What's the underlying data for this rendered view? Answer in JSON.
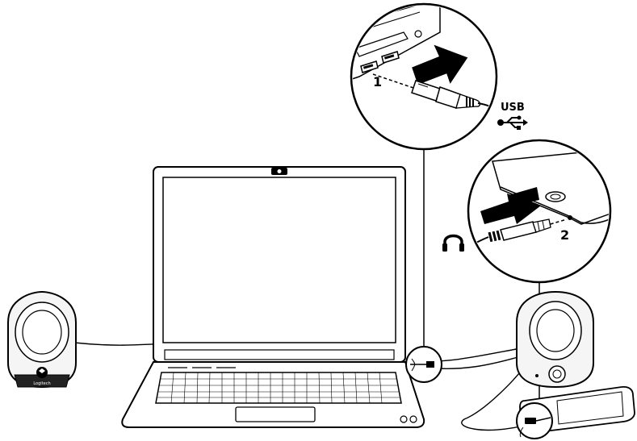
{
  "steps": {
    "step1": {
      "number": "1"
    },
    "step2": {
      "number": "2"
    }
  },
  "usb_label": "USB",
  "speaker_logo_text": "Logitech",
  "icons": {
    "usb": "usb-trident-icon",
    "headphone": "headphone-icon"
  },
  "colors": {
    "line": "#000000",
    "speaker_fill": "#f5f5f5",
    "driver_ring": "#d6d6d6",
    "arrow": "#000000"
  }
}
